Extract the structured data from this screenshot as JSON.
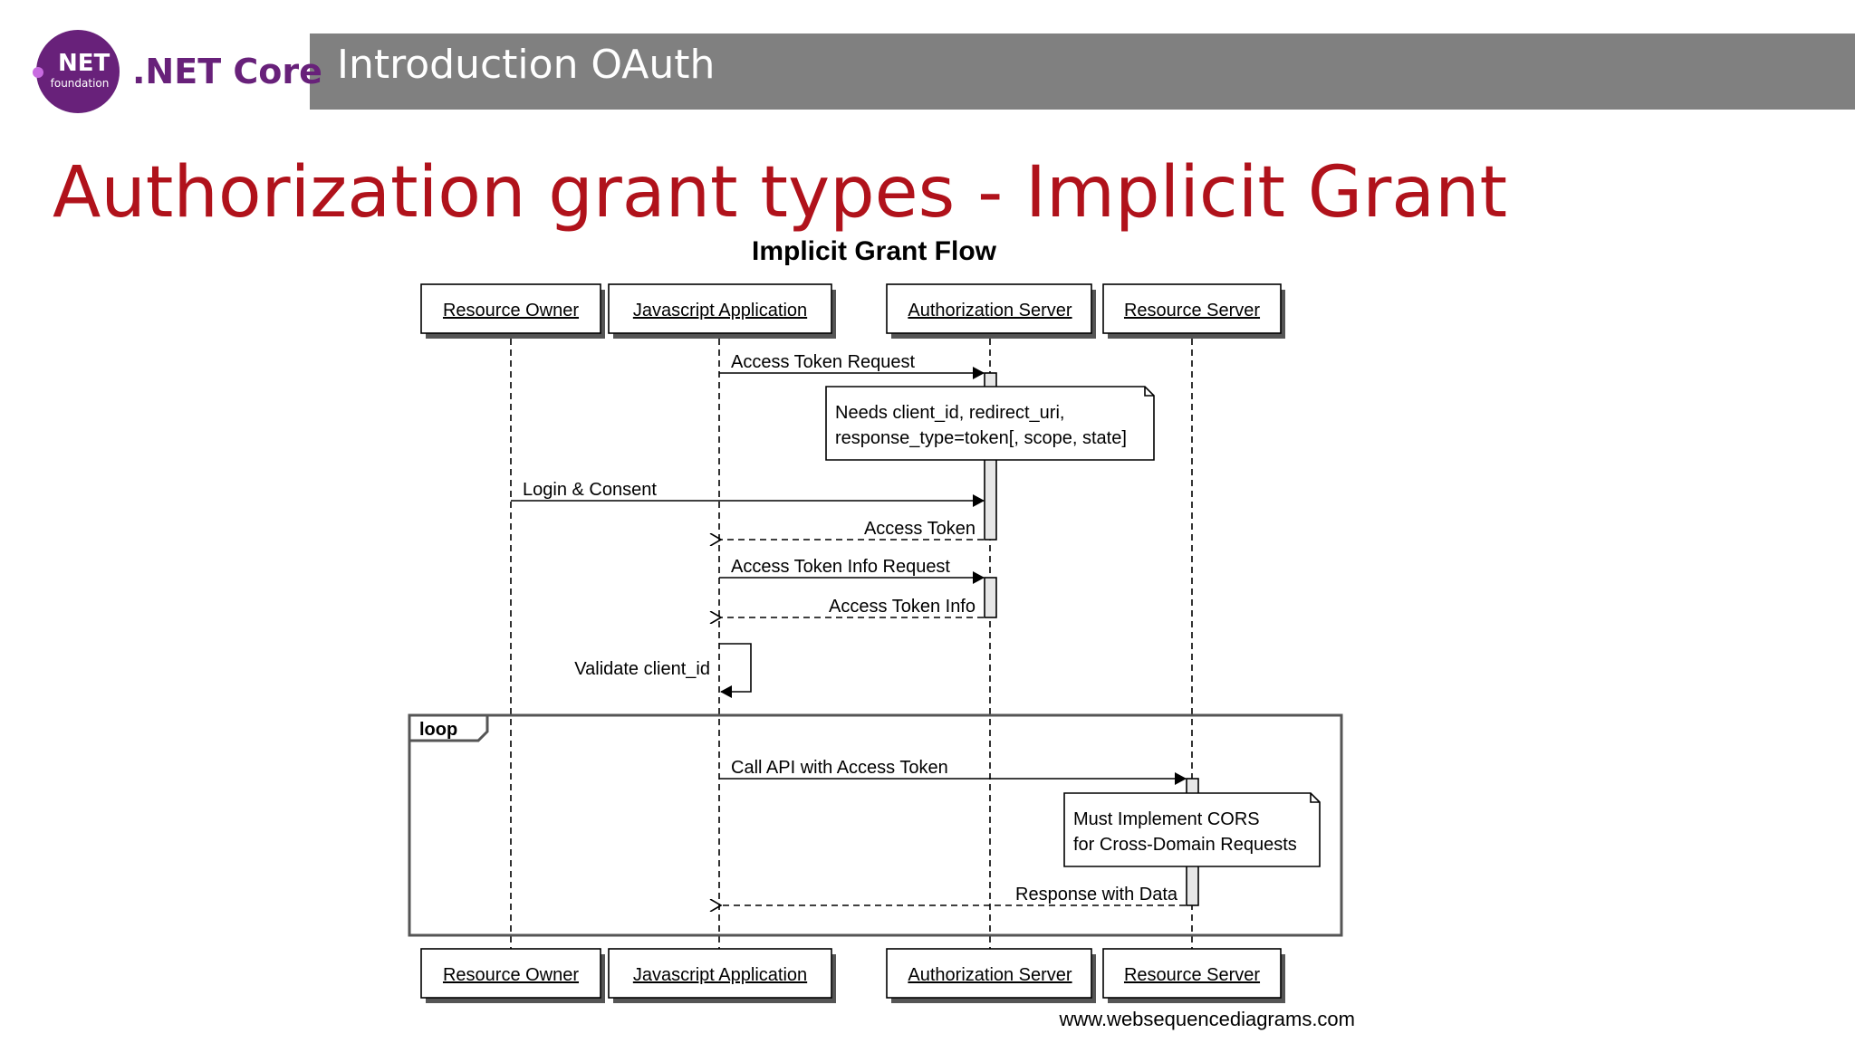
{
  "header": {
    "title": "Introduction OAuth",
    "logo": {
      "net": "NET",
      "foundation": "foundation",
      "brand": ".NET Core"
    }
  },
  "slide_title": "Authorization grant types - Implicit Grant",
  "diagram": {
    "title": "Implicit Grant Flow",
    "participants": [
      "Resource Owner",
      "Javascript Application",
      "Authorization Server",
      "Resource Server"
    ],
    "messages": [
      {
        "label": "Access Token Request",
        "from": "Javascript Application",
        "to": "Authorization Server",
        "style": "solid"
      },
      {
        "label": "Login & Consent",
        "from": "Resource Owner",
        "to": "Authorization Server",
        "style": "solid"
      },
      {
        "label": "Access Token",
        "from": "Authorization Server",
        "to": "Javascript Application",
        "style": "dashed"
      },
      {
        "label": "Access Token Info Request",
        "from": "Javascript Application",
        "to": "Authorization Server",
        "style": "solid"
      },
      {
        "label": "Access Token Info",
        "from": "Authorization Server",
        "to": "Javascript Application",
        "style": "dashed"
      },
      {
        "label": "Validate client_id",
        "from": "Javascript Application",
        "to": "Javascript Application",
        "style": "self"
      },
      {
        "label": "Call API with Access Token",
        "from": "Javascript Application",
        "to": "Resource Server",
        "style": "solid"
      },
      {
        "label": "Response with Data",
        "from": "Resource Server",
        "to": "Javascript Application",
        "style": "dashed"
      }
    ],
    "notes": [
      {
        "lines": [
          "Needs client_id, redirect_uri,",
          "response_type=token[, scope, state]"
        ]
      },
      {
        "lines": [
          "Must Implement CORS",
          "for Cross-Domain Requests"
        ]
      }
    ],
    "loop_label": "loop",
    "watermark": "www.websequencediagrams.com"
  },
  "colors": {
    "title_red": "#b0121b",
    "header_gray": "#808080",
    "dotnet_purple": "#68217a"
  }
}
